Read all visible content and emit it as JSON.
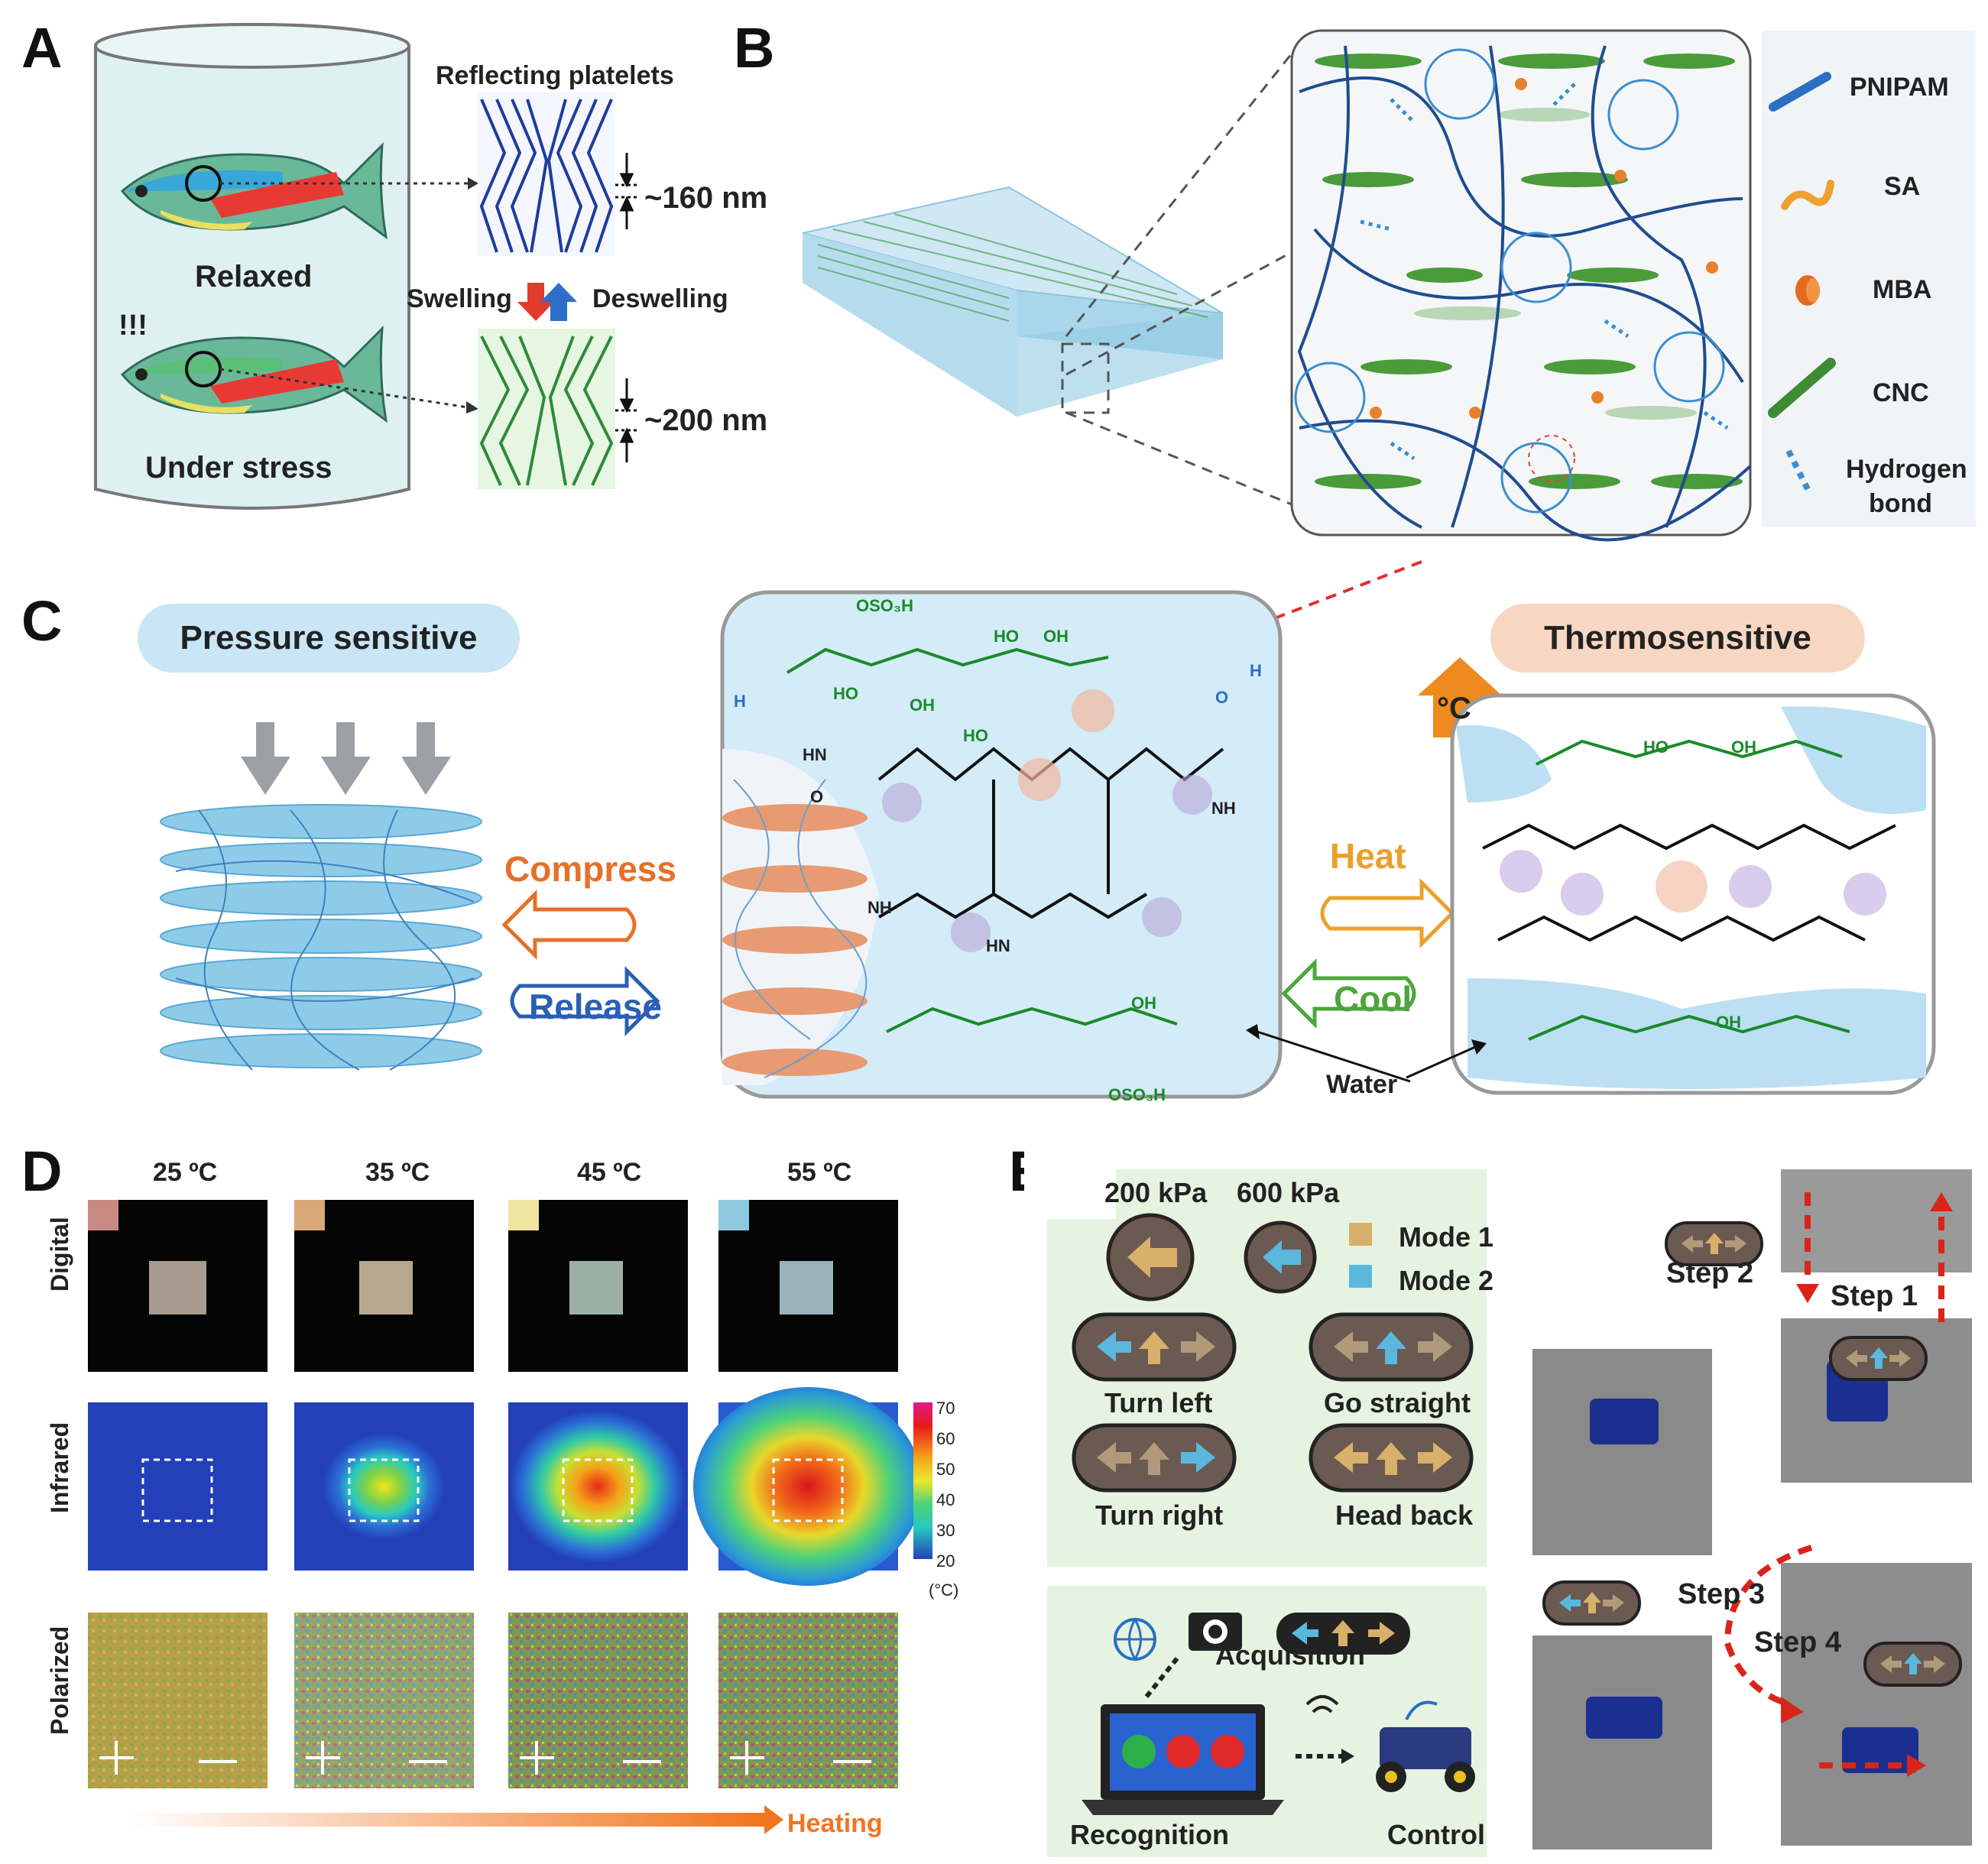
{
  "panels": {
    "A": {
      "letter": "A",
      "top_label": "Reflecting platelets",
      "relaxed": "Relaxed",
      "stress": "Under stress",
      "alarm": "!!!",
      "swelling": "Swelling",
      "deswelling": "Deswelling",
      "dist1": "~160 nm",
      "dist2": "~200 nm"
    },
    "B": {
      "letter": "B",
      "legend": [
        "PNIPAM",
        "SA",
        "MBA",
        "CNC",
        "Hydrogen bond"
      ],
      "legend_hbond_1": "Hydrogen",
      "legend_hbond_2": "bond"
    },
    "C": {
      "letter": "C",
      "pressure": "Pressure sensitive",
      "thermo": "Thermosensitive",
      "compress": "Compress",
      "release": "Release",
      "heat": "Heat",
      "cool": "Cool",
      "water": "Water",
      "degc": "°C",
      "chem_labels": [
        "OSO₃H",
        "HO",
        "OH",
        "HO",
        "OH",
        "HO",
        "OH",
        "HN",
        "NH",
        "NH",
        "HN",
        "OSO₃H",
        "O",
        "H",
        "O",
        "H",
        "HO",
        "OH",
        "OH"
      ]
    },
    "D": {
      "letter": "D",
      "temps": [
        "25 ºC",
        "35 ºC",
        "45 ºC",
        "55 ºC"
      ],
      "rows": [
        "Digital",
        "Infrared",
        "Polarized"
      ],
      "colorbar_ticks": [
        "70",
        "60",
        "50",
        "40",
        "30",
        "20"
      ],
      "colorbar_unit": "(°C)",
      "heating": "Heating",
      "swatches": [
        "#c98a84",
        "#d9a878",
        "#f0e4a0",
        "#8ec9e0"
      ]
    },
    "E": {
      "letter": "E",
      "p1": "200 kPa",
      "p2": "600 kPa",
      "mode1": "Mode 1",
      "mode2": "Mode 2",
      "mode1_color": "#d8b06a",
      "mode2_color": "#5ab8dc",
      "turn_left": "Turn left",
      "go_straight": "Go straight",
      "turn_right": "Turn right",
      "head_back": "Head back",
      "acquisition": "Acquisition",
      "recognition": "Recognition",
      "control": "Control",
      "step1": "Step 1",
      "step2": "Step 2",
      "step3": "Step 3",
      "step4": "Step 4"
    }
  }
}
